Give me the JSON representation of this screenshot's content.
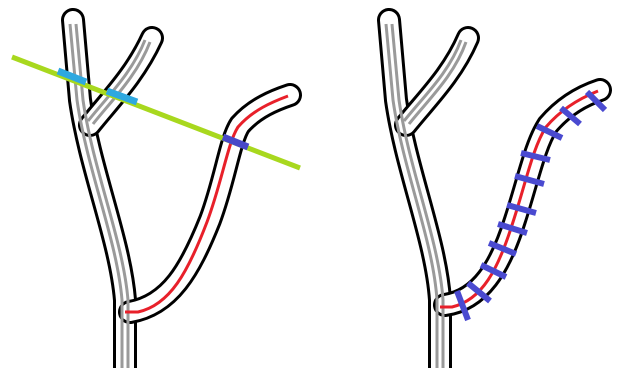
{
  "panels": [
    {
      "id": "left",
      "description_visible_text": ""
    },
    {
      "id": "right",
      "description_visible_text": ""
    }
  ],
  "colors": {
    "outline": "#000000",
    "branch_fill": "#ffffff",
    "skeleton": "#a0a0a0",
    "traced_path": "#e8202a",
    "scan_line": "#a8d81e",
    "crossing_cyan": "#2ea8e0",
    "crossing_purple": "#4848c8",
    "sample_marks": "#4a4ad0"
  },
  "left_panel": {
    "crossing_segments_count": 3,
    "has_scan_line": true
  },
  "right_panel": {
    "sample_marks_count": 11,
    "has_scan_line": false
  }
}
